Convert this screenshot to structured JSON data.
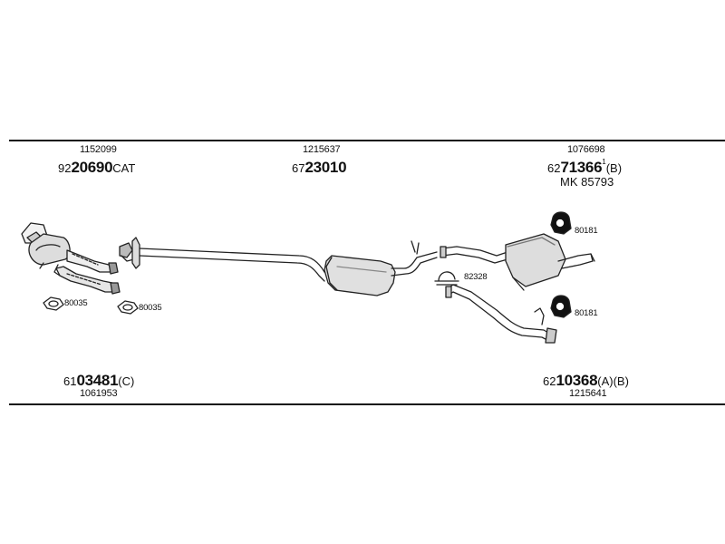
{
  "top_row": {
    "left": {
      "oe_number": "1152099",
      "prefix": "92",
      "number": "20690",
      "suffix": "CAT"
    },
    "middle": {
      "oe_number": "1215637",
      "prefix": "67",
      "number": "23010",
      "suffix": ""
    },
    "right": {
      "oe_number": "1076698",
      "prefix": "62",
      "number": "71366",
      "footnote": "1",
      "suffix": "(B)",
      "kit": "MK 85793"
    }
  },
  "bottom_row": {
    "left": {
      "prefix": "61",
      "number": "03481",
      "suffix": "(C)",
      "oe_number": "1061953"
    },
    "right": {
      "prefix": "62",
      "number": "10368",
      "suffix": "(A)(B)",
      "oe_number": "1215641"
    }
  },
  "accessories": {
    "gasket_left": "80035",
    "gasket_right": "80035",
    "clamp": "82328",
    "hanger_top": "80181",
    "hanger_bottom": "80181"
  }
}
